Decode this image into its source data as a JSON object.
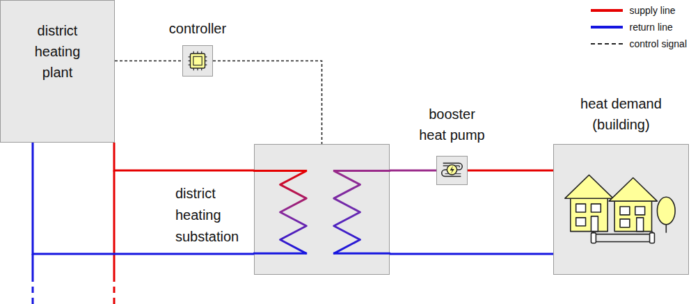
{
  "diagram": {
    "nodes": [
      {
        "text": [
          "district heating plant"
        ]
      },
      {
        "text": [
          "controller"
        ]
      },
      {
        "text": [
          "district heating substation"
        ]
      },
      {
        "text": [
          "booster heat pump"
        ]
      },
      {
        "text": [
          "heat demand (building)"
        ]
      }
    ],
    "edges": [
      {
        "from": 0,
        "to": 1,
        "arrow": "none"
      },
      {
        "from": 1,
        "to": 2,
        "arrow": "none"
      },
      {
        "from": 0,
        "to": 2,
        "arrow": "none"
      },
      {
        "from": 2,
        "to": 0,
        "arrow": "none"
      },
      {
        "from": 2,
        "to": 3,
        "arrow": "none"
      },
      {
        "from": 3,
        "to": 4,
        "arrow": "none"
      },
      {
        "from": 4,
        "to": 2,
        "arrow": "none"
      }
    ],
    "legend": [
      {
        "text": "supply line",
        "color": "#e60000"
      },
      {
        "text": "return line",
        "color": "#1515e0"
      },
      {
        "text": "control signal"
      }
    ]
  }
}
